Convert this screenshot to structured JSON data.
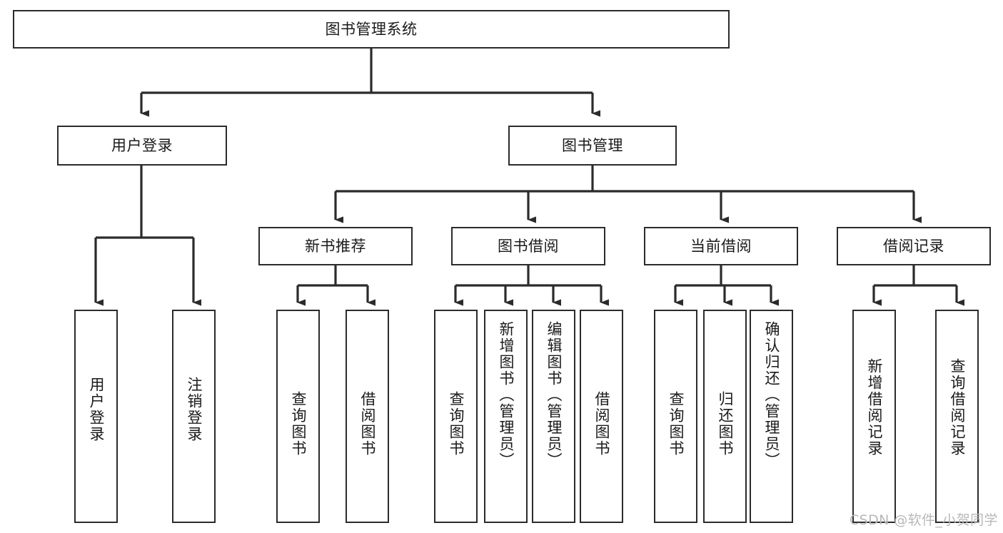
{
  "diagram": {
    "title": "图书管理系统",
    "type": "tree",
    "orientation": "top-down",
    "line_color": "#2b2b2b",
    "box_fill": "#ffffff",
    "text_color": "#1a1a1a"
  },
  "nodes": {
    "root": {
      "label": "图书管理系统"
    },
    "level2": [
      {
        "id": "user-login",
        "label": "用户登录"
      },
      {
        "id": "book-manage",
        "label": "图书管理"
      }
    ],
    "level3": [
      {
        "id": "new-book-recommend",
        "label": "新书推荐"
      },
      {
        "id": "book-borrow",
        "label": "图书借阅"
      },
      {
        "id": "current-borrow",
        "label": "当前借阅"
      },
      {
        "id": "borrow-record",
        "label": "借阅记录"
      }
    ],
    "leaves": {
      "user-login": [
        {
          "id": "leaf-user-login",
          "label": "用户登录"
        },
        {
          "id": "leaf-logout-login",
          "label": "注销登录"
        }
      ],
      "new-book-recommend": [
        {
          "id": "leaf-query-book-1",
          "label": "查询图书"
        },
        {
          "id": "leaf-borrow-book-1",
          "label": "借阅图书"
        }
      ],
      "book-borrow": [
        {
          "id": "leaf-query-book-2",
          "label": "查询图书"
        },
        {
          "id": "leaf-add-book",
          "label": "新增图书（管理员）"
        },
        {
          "id": "leaf-edit-book",
          "label": "编辑图书（管理员）"
        },
        {
          "id": "leaf-borrow-book-2",
          "label": "借阅图书"
        }
      ],
      "current-borrow": [
        {
          "id": "leaf-query-book-3",
          "label": "查询图书"
        },
        {
          "id": "leaf-return-book",
          "label": "归还图书"
        },
        {
          "id": "leaf-confirm-return",
          "label": "确认归还（管理员）"
        }
      ],
      "borrow-record": [
        {
          "id": "leaf-add-record",
          "label": "新增借阅记录"
        },
        {
          "id": "leaf-query-record",
          "label": "查询借阅记录"
        }
      ]
    }
  },
  "watermark": {
    "text": "CSDN @软件_小贺同学"
  }
}
